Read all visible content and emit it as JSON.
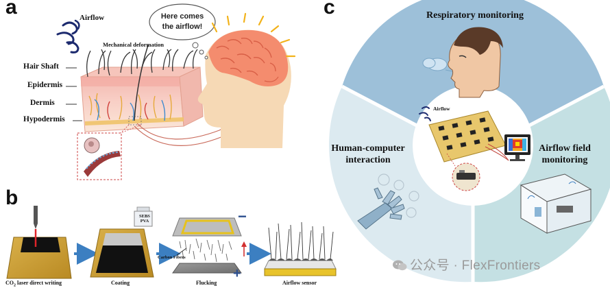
{
  "panel_a": {
    "letter": "a",
    "airflow_label": "Airflow",
    "mechanical_label": "Mechanical deformation",
    "speech_bubble": [
      "Here comes",
      "the airflow!"
    ],
    "layers": [
      "Hair Shaft",
      "Epidermis",
      "Dermis",
      "Hypodermis"
    ]
  },
  "panel_b": {
    "letter": "b",
    "steps": [
      {
        "pre": "CO",
        "sub": "2",
        "post": " laser direct writing"
      },
      {
        "pre": "Coating",
        "sub": "",
        "post": ""
      },
      {
        "pre": "Flucking",
        "sub": "",
        "post": ""
      },
      {
        "pre": "Airflow sensor",
        "sub": "",
        "post": ""
      }
    ],
    "carbon_fibers_label": "Carbon Fibers",
    "bottle_label": [
      "SEBS",
      "PVA"
    ],
    "minus_sign": "−",
    "plus_sign": "+"
  },
  "panel_c": {
    "letter": "c",
    "segments": {
      "top": "Respiratory monitoring",
      "left": [
        "Human-computer",
        "interaction"
      ],
      "right": [
        "Airflow field",
        "monitoring"
      ]
    },
    "center_airflow_label": "Airflow",
    "colors": {
      "top": "#9dc0d9",
      "left": "#dceaf0",
      "right": "#c4e0e3"
    }
  },
  "watermark": "公众号 · FlexFrontiers"
}
